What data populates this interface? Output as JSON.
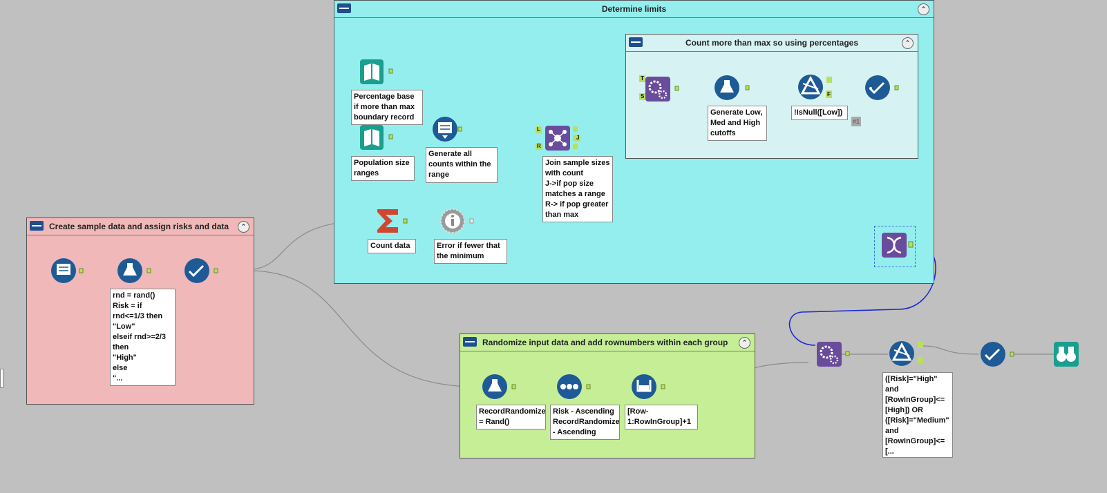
{
  "containers": {
    "determine_limits": "Determine limits",
    "count_more": "Count more than max so using percentages",
    "create_sample": "Create sample data and assign risks and data",
    "randomize": "Randomize input data and add rownumbers within each group"
  },
  "annotations": {
    "percentage_base": "Percentage base if more than max boundary record",
    "population_ranges": "Population size ranges",
    "generate_counts": "Generate all counts within the range",
    "join_sizes": "Join sample sizes with count\nJ->if pop size matches a range\nR-> if pop greater than max",
    "count_data": "Count data",
    "error_fewer": "Error if fewer that the minimum",
    "generate_cutoffs": "Generate Low, Med and High cutoffs",
    "isnull_low": "!IsNull([Low])",
    "rnd_formula": "rnd = rand()\nRisk = if rnd<=1/3 then \"Low\"\nelseif rnd>=2/3 then\n\"High\"\nelse\n\"...",
    "record_randomizer": "RecordRandomizer = Rand()",
    "sort_desc": "Risk - Ascending RecordRandomizer - Ascending",
    "row_in_group": "[Row-1:RowInGroup]+1",
    "final_filter": "([Risk]=\"High\" and [RowInGroup]<=[High]) OR ([Risk]=\"Medium\" and [RowInGroup]<=[..."
  },
  "badge": "#1",
  "anchors": {
    "T": "T",
    "S": "S",
    "L": "L",
    "R": "R",
    "J": "J",
    "F": "F"
  },
  "colors": {
    "canvas": "#c0c0c0",
    "determine_bg": "#94eeee",
    "count_more_bg": "#d6f2f2",
    "create_bg": "#f0b8b8",
    "randomize_bg": "#c6ee96",
    "input_tool": "#1a9f8e",
    "blue_tool": "#1e5a96",
    "purple_tool": "#6a4c9c",
    "orange_tool": "#d2452f",
    "grey_tool": "#9a9a9a"
  }
}
